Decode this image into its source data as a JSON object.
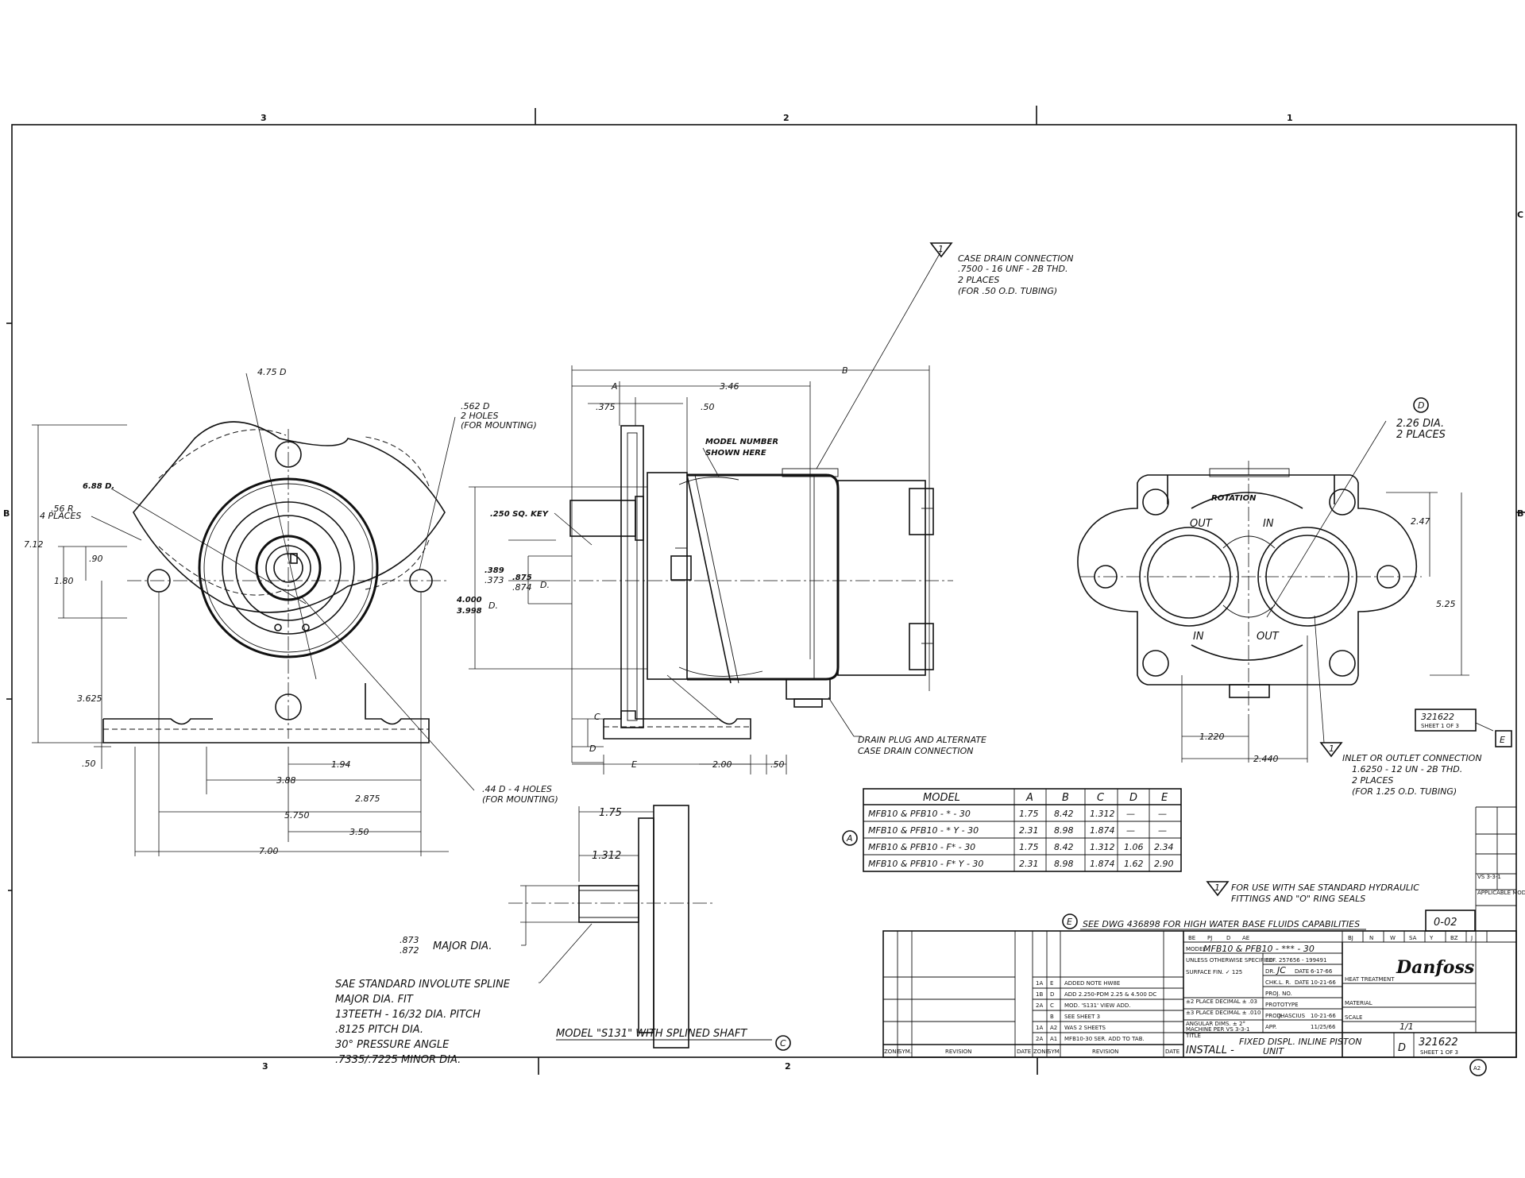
{
  "zones": {
    "top": [
      "3",
      "2",
      "1"
    ],
    "bottom": [
      "3",
      "2"
    ],
    "left": [
      "B"
    ],
    "right": [
      "C",
      "B"
    ]
  },
  "front_view": {
    "d_4_75": "4.75 D",
    "d_6_88": "6.88 D.",
    "r_56": ".56 R",
    "r_56_places": "4 PLACES",
    "holes_562": ".562 D",
    "holes_562_count": "2 HOLES",
    "holes_562_use": "(FOR MOUNTING)",
    "d_7_12": "7.12",
    "d_90": ".90",
    "d_1_80": "1.80",
    "d_3_625": "3.625",
    "d_50": ".50",
    "d_1_94": "1.94",
    "d_3_88": "3.88",
    "d_2_875": "2.875",
    "d_5_750": "5.750",
    "d_3_50": "3.50",
    "d_7_00": "7.00",
    "holes_44": ".44 D - 4 HOLES",
    "holes_44_use": "(FOR MOUNTING)"
  },
  "side_view": {
    "case_drain_1": "CASE DRAIN CONNECTION",
    "case_drain_2": ".7500 - 16 UNF - 2B THD.",
    "case_drain_3": "2 PLACES",
    "case_drain_4": "(FOR .50 O.D. TUBING)",
    "note_flag": "1",
    "d_A": "A",
    "d_B": "B",
    "d_C": "C",
    "d_D": "D",
    "d_E": "E",
    "d_3_46": "3.46",
    "d_375": ".375",
    "d_50": ".50",
    "model_1": "MODEL NUMBER",
    "model_2": "SHOWN HERE",
    "key": ".250 SQ. KEY",
    "d_389": ".389",
    "d_373": ".373",
    "d_875": ".875",
    "d_874": ".874",
    "d_suffix": "D.",
    "d_4_000": "4.000",
    "d_3_998": "3.998",
    "d_suffix2": "D.",
    "d_2_00": "2.00",
    "d_50b": ".50",
    "drain_1": "DRAIN PLUG AND ALTERNATE",
    "drain_2": "CASE DRAIN CONNECTION"
  },
  "port_view": {
    "note_D": "D",
    "dia_1": "2.26 DIA.",
    "dia_2": "2 PLACES",
    "rotation": "ROTATION",
    "out": "OUT",
    "in": "IN",
    "in2": "IN",
    "out2": "OUT",
    "d_2_47": "2.47",
    "d_5_25": "5.25",
    "d_1_220": "1.220",
    "d_2_440": "2.440",
    "inlet_1": "INLET OR OUTLET CONNECTION",
    "inlet_2": "1.6250 - 12 UN - 2B THD.",
    "inlet_3": "2 PLACES",
    "inlet_4": "(FOR 1.25 O.D. TUBING)",
    "note_flag": "1"
  },
  "sheet_tag": {
    "number": "321622",
    "sheet": "SHEET 1 OF 3",
    "rev": "E"
  },
  "table": {
    "note": "A",
    "headers": [
      "MODEL",
      "A",
      "B",
      "C",
      "D",
      "E"
    ],
    "rows": [
      [
        "MFB10 & PFB10 - * - 30",
        "1.75",
        "8.42",
        "1.312",
        "—",
        "—"
      ],
      [
        "MFB10 & PFB10 - * Y - 30",
        "2.31",
        "8.98",
        "1.874",
        "—",
        "—"
      ],
      [
        "MFB10 & PFB10 - F* - 30",
        "1.75",
        "8.42",
        "1.312",
        "1.06",
        "2.34"
      ],
      [
        "MFB10 & PFB10 - F* Y - 30",
        "2.31",
        "8.98",
        "1.874",
        "1.62",
        "2.90"
      ]
    ]
  },
  "notes": {
    "n1_flag": "1",
    "n1_line1": "FOR USE WITH SAE STANDARD HYDRAULIC",
    "n1_line2": "FITTINGS AND \"O\" RING SEALS",
    "e_flag": "E",
    "e_text": "SEE DWG 436898 FOR HIGH WATER BASE FLUIDS CAPABILITIES"
  },
  "spline_view": {
    "d_1_75": "1.75",
    "d_1_312": "1.312",
    "major_1": ".873",
    "major_2": ".872",
    "major_label": "MAJOR DIA.",
    "spec": [
      "SAE STANDARD INVOLUTE SPLINE",
      "MAJOR DIA. FIT",
      "13TEETH - 16/32 DIA. PITCH",
      ".8125 PITCH DIA.",
      "30° PRESSURE ANGLE",
      ".7335/.7225 MINOR DIA."
    ],
    "caption": "MODEL \"S131\" WITH SPLINED SHAFT",
    "caption_flag": "C"
  },
  "title_block": {
    "stamp": "0-02",
    "letters": [
      "BE",
      "PJ",
      "D",
      "AE",
      "BJ",
      "N",
      "W",
      "SA",
      "Y",
      "BZ",
      "J"
    ],
    "revisions": [
      [
        "1A",
        "E",
        "ADDED NOTE  HW8E"
      ],
      [
        "1B",
        "D",
        "ADD 2.250-PDM 2.25 & 4.500 DC"
      ],
      [
        "2A",
        "C",
        "MOD. 'S131' VIEW ADD."
      ],
      [
        "",
        "B",
        "SEE SHEET 3"
      ],
      [
        "1A",
        "A2",
        "WAS 2 SHEETS"
      ],
      [
        "2A",
        "A1",
        "MFB10-30 SER. ADD TO TAB."
      ]
    ],
    "rev_headers": [
      "ZONE",
      "SYM.",
      "REVISION",
      "DATE",
      "ZONE",
      "SYM.",
      "REVISION",
      "DATE"
    ],
    "model_label": "MODEL",
    "model": "MFB10 & PFB10 - *** - 30",
    "ref_label": "REF.",
    "ref": "257656 - 199491",
    "unless": "UNLESS OTHERWISE SPECIFIED",
    "dr_label": "DR.",
    "dr": "JC",
    "dr_date_label": "DATE",
    "dr_date": "6-17-66",
    "chk_label": "CHK.",
    "chk": "L. R.",
    "chk_date_label": "DATE",
    "chk_date": "10-21-66",
    "surface": "SURFACE FIN. ✓ 125",
    "tol_1": "±2 PLACE DECIMAL ± .03",
    "tol_2": "±3 PLACE DECIMAL ± .010",
    "tol_3": "ANGULAR DIMS. ± 2°",
    "tol_4": "MACHINE PER VS 3-3-1",
    "proj_label": "PROJ. NO.",
    "proto_label": "PROTOTYPE",
    "prod_label": "PROD.",
    "prod": "JHASCIUS",
    "prod_date": "10-21-66",
    "app_label": "APP.",
    "app_date": "11/25/66",
    "heat": "HEAT TREATMENT",
    "material": "MATERIAL",
    "scale_label": "SCALE",
    "scale": "1/1",
    "title_label": "TITLE",
    "title_main": "INSTALL -",
    "title_sub1": "FIXED DISPL. INLINE PISTON",
    "title_sub2": "UNIT",
    "size": "D",
    "dwg_no": "321622",
    "dwg_sheet": "SHEET 1 OF 3",
    "logo": "Danfoss",
    "side_1": "VS 3-3-1",
    "side_2": "APPLICABLE MODEL",
    "corner_flag": "A2"
  }
}
